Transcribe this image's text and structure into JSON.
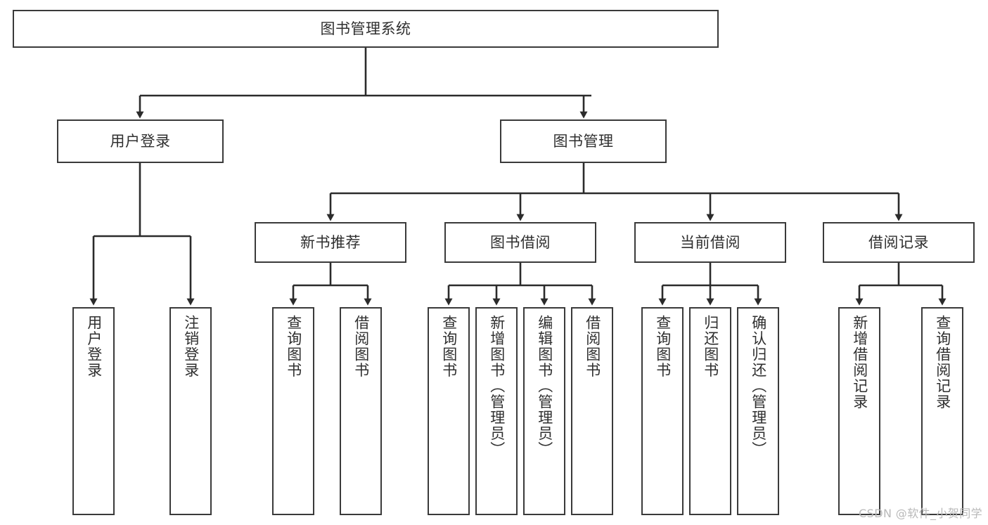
{
  "diagram": {
    "title": "图书管理系统",
    "watermark": "CSDN @软件_小贺同学",
    "colors": {
      "box_border": "#3a3a3a",
      "box_fill": "#ffffff",
      "edge": "#2b2b2b",
      "text": "#2f2f2f",
      "watermark": "#b9b9b9"
    },
    "root": {
      "label": "图书管理系统"
    },
    "level2": [
      {
        "label": "用户登录"
      },
      {
        "label": "图书管理"
      }
    ],
    "level3": [
      {
        "label": "新书推荐"
      },
      {
        "label": "图书借阅"
      },
      {
        "label": "当前借阅"
      },
      {
        "label": "借阅记录"
      }
    ],
    "leaves": {
      "user_login": [
        {
          "label": "用户登录"
        },
        {
          "label": "注销登录"
        }
      ],
      "new_book": [
        {
          "label": "查询图书"
        },
        {
          "label": "借阅图书"
        }
      ],
      "book_borrow": [
        {
          "label": "查询图书"
        },
        {
          "label": "新增图书（管理员）"
        },
        {
          "label": "编辑图书（管理员）"
        },
        {
          "label": "借阅图书"
        }
      ],
      "current_borrow": [
        {
          "label": "查询图书"
        },
        {
          "label": "归还图书"
        },
        {
          "label": "确认归还（管理员）"
        }
      ],
      "borrow_record": [
        {
          "label": "新增借阅记录"
        },
        {
          "label": "查询借阅记录"
        }
      ]
    }
  }
}
